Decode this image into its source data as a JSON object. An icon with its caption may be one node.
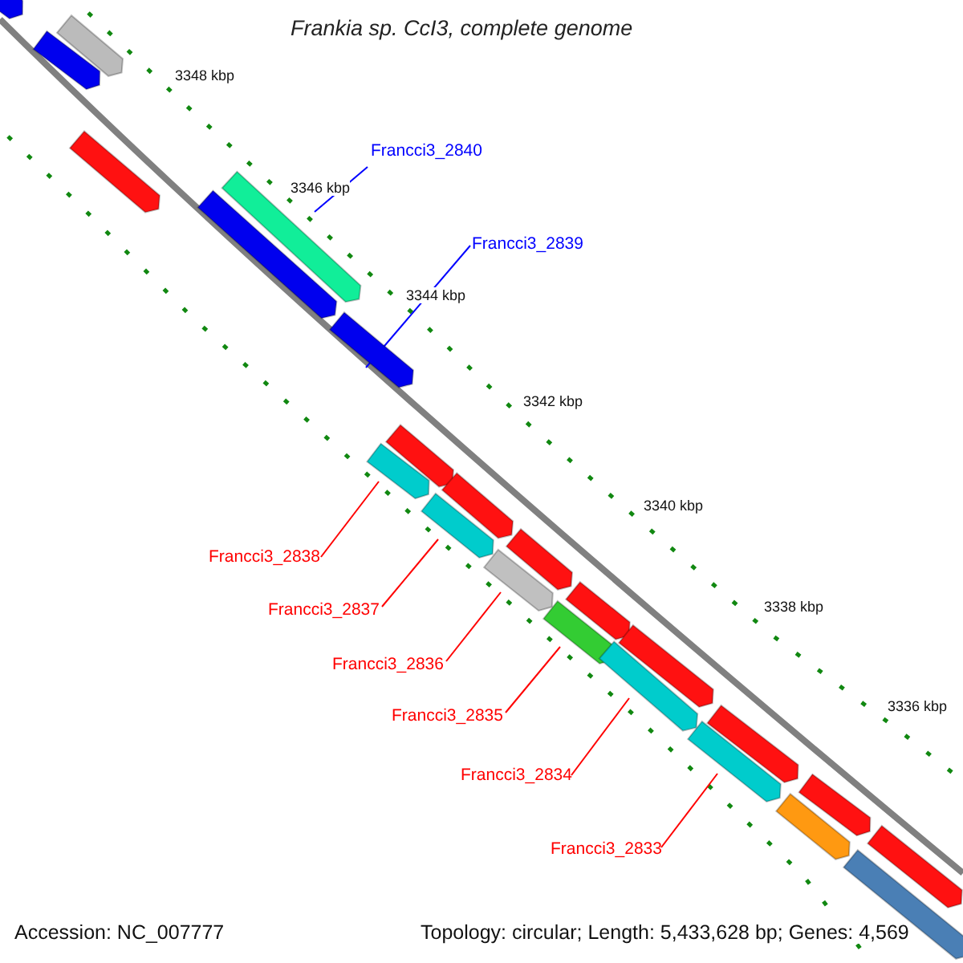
{
  "diagram": {
    "title": "Frankia sp. CcI3, complete genome",
    "nodes": [
      {
        "text": [
          "Francci3_2840"
        ]
      },
      {
        "text": [],
        "shape": "bar"
      },
      {
        "text": [
          "Francci3_2839"
        ]
      },
      {
        "text": [],
        "shape": "bar"
      },
      {
        "text": [
          "Francci3_2838"
        ]
      },
      {
        "text": [],
        "shape": "bar"
      },
      {
        "text": [
          "Francci3_2837"
        ]
      },
      {
        "text": [],
        "shape": "bar"
      },
      {
        "text": [
          "Francci3_2836"
        ]
      },
      {
        "text": [],
        "shape": "bar"
      },
      {
        "text": [
          "Francci3_2835"
        ]
      },
      {
        "text": [],
        "shape": "bar"
      },
      {
        "text": [
          "Francci3_2834"
        ]
      },
      {
        "text": [],
        "shape": "bar"
      },
      {
        "text": [
          "Francci3_2833"
        ]
      },
      {
        "text": [],
        "shape": "bar"
      }
    ],
    "edges": [
      {
        "from": 0,
        "to": 1,
        "arrow": "none",
        "color": "#0000ff"
      },
      {
        "from": 2,
        "to": 3,
        "arrow": "none",
        "color": "#0000ff"
      },
      {
        "from": 4,
        "to": 5,
        "arrow": "none"
      },
      {
        "from": 6,
        "to": 7,
        "arrow": "none"
      },
      {
        "from": 8,
        "to": 9,
        "arrow": "none"
      },
      {
        "from": 10,
        "to": 11,
        "arrow": "none"
      },
      {
        "from": 12,
        "to": 13,
        "arrow": "none"
      },
      {
        "from": 14,
        "to": 15,
        "arrow": "none"
      }
    ],
    "labels": [
      "3348 kbp",
      "3346 kbp",
      "3344 kbp",
      "3342 kbp",
      "3340 kbp",
      "3338 kbp",
      "3336 kbp",
      "Accession: NC_007777",
      "Topology: circular; Length: 5,433,628 bp; Genes: 4,569"
    ]
  }
}
